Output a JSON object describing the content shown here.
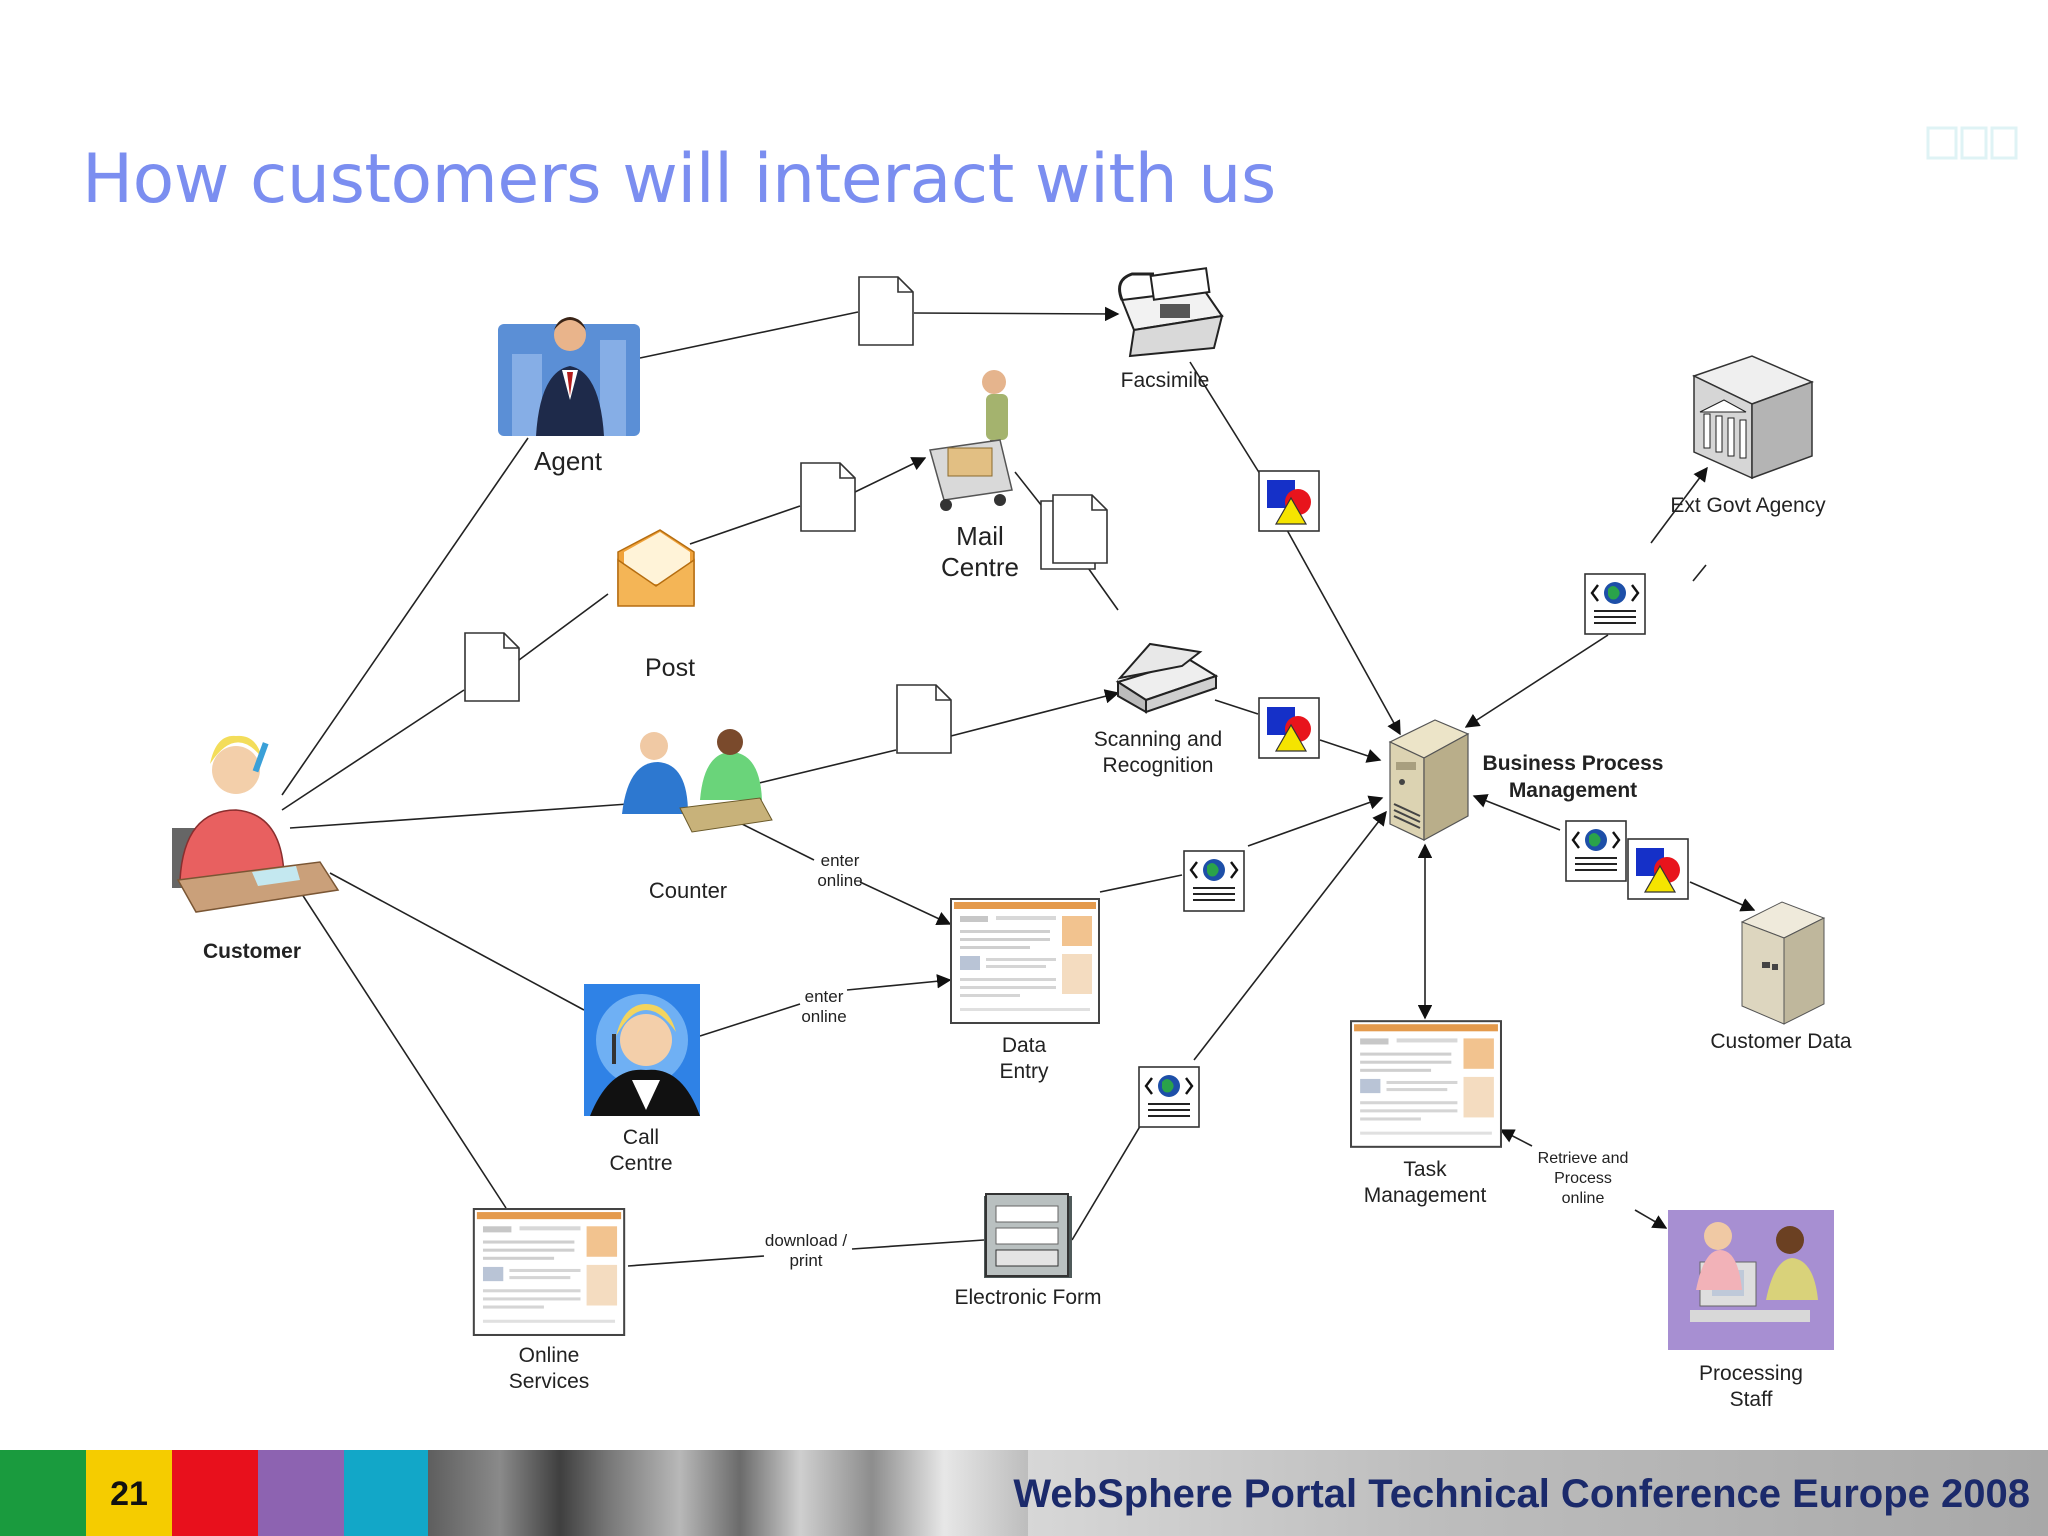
{
  "slide": {
    "title": "How customers will interact with us",
    "page_number": "21",
    "conference": "WebSphere Portal Technical Conference Europe 2008"
  },
  "colors": {
    "title": "#7b8ef0",
    "footer_text": "#1b2a6b",
    "footer_blocks": [
      "#1a9b3e",
      "#f5cc00",
      "#e8101c",
      "#8d63b1",
      "#12a7c8"
    ]
  },
  "nodes": {
    "customer": "Customer",
    "agent": "Agent",
    "post": "Post",
    "counter": "Counter",
    "call_centre": [
      "Call",
      "Centre"
    ],
    "online_services": [
      "Online",
      "Services"
    ],
    "facsimile": "Facsimile",
    "mail_centre": [
      "Mail",
      "Centre"
    ],
    "scanning": [
      "Scanning and",
      "Recognition"
    ],
    "data_entry": [
      "Data",
      "Entry"
    ],
    "electronic_form": "Electronic Form",
    "bpm": [
      "Business Process",
      "Management"
    ],
    "ext_govt": "Ext Govt Agency",
    "customer_data": "Customer Data",
    "task_mgmt": [
      "Task",
      "Management"
    ],
    "processing_staff": [
      "Processing",
      "Staff"
    ]
  },
  "edge_labels": {
    "counter_enter": [
      "enter",
      "online"
    ],
    "call_enter": [
      "enter",
      "online"
    ],
    "download": [
      "download /",
      "print"
    ],
    "retrieve": [
      "Retrieve and",
      "Process",
      "online"
    ]
  },
  "icons": {
    "document": "document-icon",
    "image_doc": "image-document-icon",
    "web_doc": "web-document-icon",
    "server": "server-icon",
    "fax": "fax-icon",
    "scanner": "scanner-icon"
  }
}
